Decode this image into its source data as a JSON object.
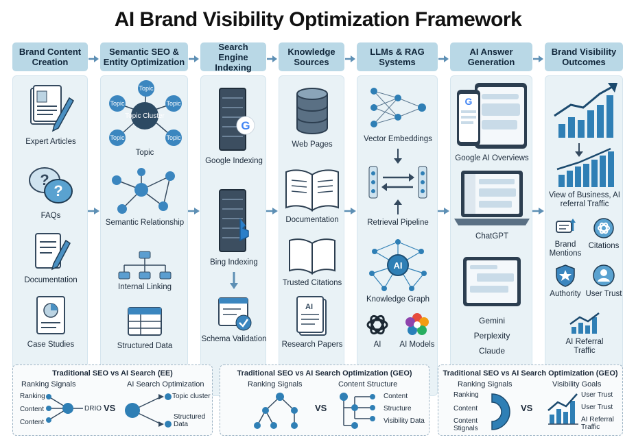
{
  "title": "AI Brand Visibility Optimization Framework",
  "columns": [
    {
      "header": "Brand Content Creation",
      "items": [
        "Expert Articles",
        "FAQs",
        "Documentation",
        "Case Studies"
      ]
    },
    {
      "header": "Semantic SEO & Entity Optimization",
      "items": [
        "Topic",
        "Semantic Relationship",
        "Internal Linking",
        "Structured Data"
      ],
      "cluster": {
        "center": "Topic Cluster",
        "node": "Topic"
      }
    },
    {
      "header": "Search Engine Indexing",
      "items": [
        "Google Indexing",
        "Bing Indexing",
        "Schema Validation"
      ]
    },
    {
      "header": "Knowledge Sources",
      "items": [
        "Web Pages",
        "Documentation",
        "Trusted Citations",
        "Research Papers"
      ]
    },
    {
      "header": "LLMs & RAG Systems",
      "items": [
        "Vector Embeddings",
        "Retrieval Pipeline",
        "Knowledge Graph",
        "AI",
        "AI Models"
      ],
      "kg_center": "AI"
    },
    {
      "header": "AI Answer Generation",
      "items": [
        "Google AI Overviews",
        "ChatGPT",
        "Gemini",
        "Perplexity",
        "Claude"
      ]
    },
    {
      "header": "Brand Visibility Outcomes",
      "items": [
        "View of Business, AI referral Traffic",
        "Brand Mentions",
        "Citations",
        "Authority",
        "User Trust",
        "AI Referral Traffic"
      ]
    }
  ],
  "bottom_panels": [
    {
      "title": "Traditional SEO vs AI Search (EE)",
      "left_heading": "Ranking Signals",
      "right_heading": "AI Search Optimization",
      "left_labels": [
        "Ranking",
        "Content",
        "Content"
      ],
      "left_node_label": "DRIO",
      "right_labels": [
        "Topic cluster",
        "Structured Data"
      ],
      "vs": "VS"
    },
    {
      "title": "Traditional SEO vs AI Search Optimization (GEO)",
      "left_heading": "Ranking Signals",
      "right_heading": "Content Structure",
      "right_labels": [
        "Content",
        "Structure",
        "Visibility Data"
      ],
      "vs": "VS"
    },
    {
      "title": "Traditional SEO vs AI Search Optimization (GEO)",
      "left_heading": "Ranking Signals",
      "right_heading": "Visibility Goals",
      "left_labels": [
        "Ranking",
        "Content",
        "Content Stignals"
      ],
      "right_labels": [
        "User Trust",
        "User Trust",
        "AI Referral Traffic"
      ],
      "vs": "VS"
    }
  ],
  "colors": {
    "header_bg": "#b9d8e6",
    "panel_bg": "#e9f2f6",
    "accent": "#2f7fb5",
    "dark": "#34495e"
  }
}
